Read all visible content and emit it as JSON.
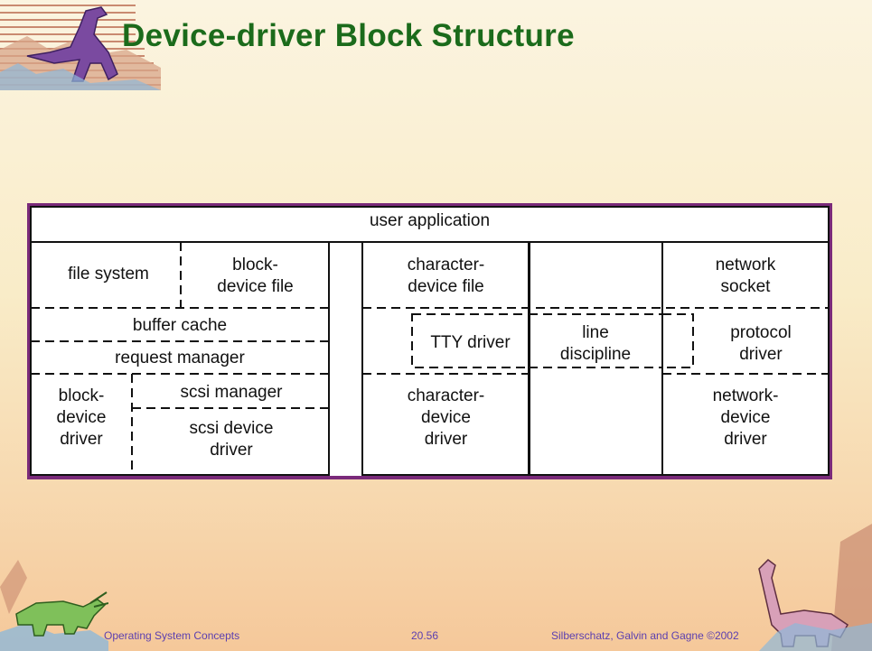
{
  "slide": {
    "title": "Device-driver Block Structure"
  },
  "diagram": {
    "user_application": "user application",
    "file_system": "file system",
    "block_device_file": "block-\ndevice file",
    "buffer_cache": "buffer cache",
    "request_manager": "request manager",
    "block_device_driver": "block-\ndevice\ndriver",
    "scsi_manager": "scsi manager",
    "scsi_device_driver": "scsi device\ndriver",
    "character_device_file": "character-\ndevice file",
    "tty_driver": "TTY driver",
    "line_discipline": "line\ndiscipline",
    "character_device_driver": "character-\ndevice\ndriver",
    "network_socket": "network\nsocket",
    "protocol_driver": "protocol\ndriver",
    "network_device_driver": "network-\ndevice\ndriver"
  },
  "footer": {
    "left": "Operating System Concepts",
    "center": "20.56",
    "right": "Silberschatz, Galvin and Gagne ©2002"
  },
  "icons": {
    "top_left": "dinosaur-logo-icon",
    "bottom_left": "triceratops-icon",
    "bottom_right": "brontosaurus-icon"
  },
  "colors": {
    "title": "#1b6b1b",
    "frame_border": "#7a2a7a",
    "footer_text": "#5b3fb0"
  }
}
